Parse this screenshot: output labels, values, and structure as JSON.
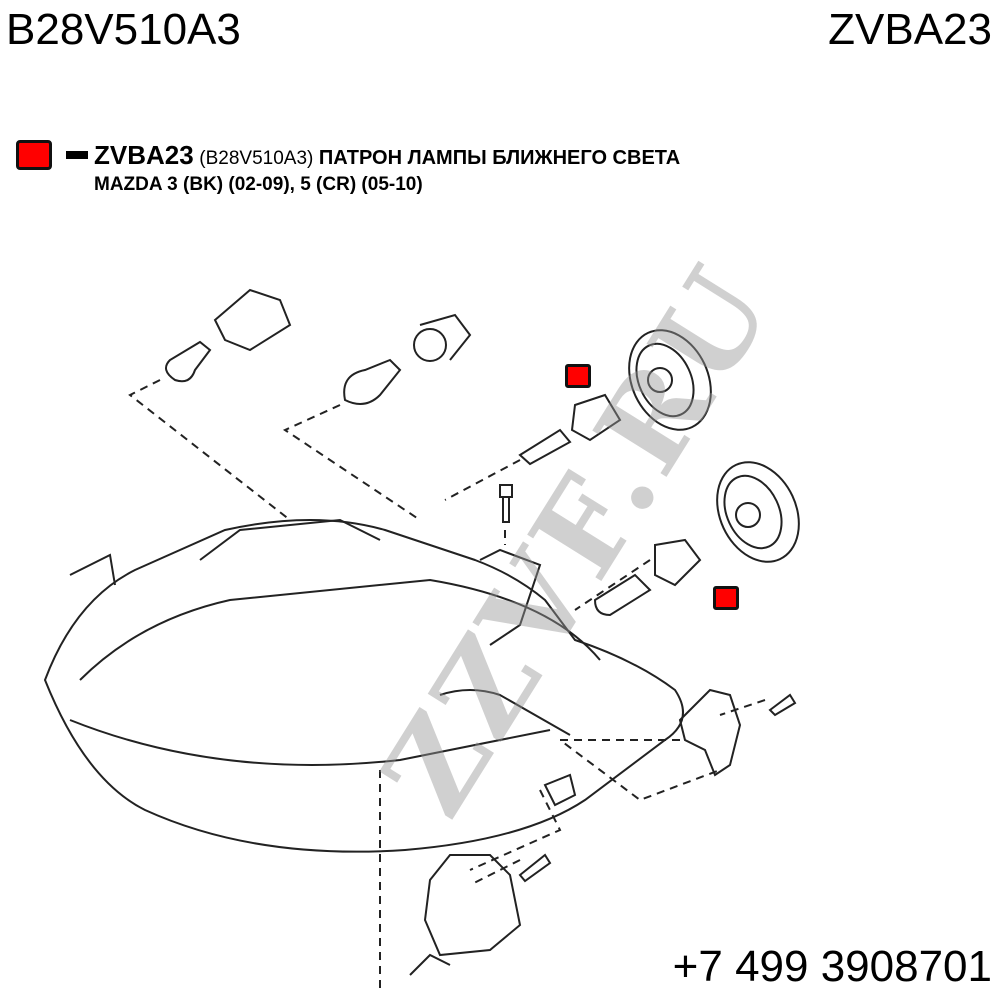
{
  "header": {
    "original_number": "B28V510A3",
    "part_code": "ZVBA23"
  },
  "legend": {
    "color": "#ff0000",
    "code": "ZVBA23",
    "original": "(B28V510A3)",
    "description": "ПАТРОН ЛАМПЫ БЛИЖНЕГО СВЕТА",
    "applicability": "MAZDA 3 (BK) (02-09), 5 (CR) (05-10)"
  },
  "watermark": "ZZVF.RU",
  "contact": {
    "phone": "+7 499 3908701"
  }
}
